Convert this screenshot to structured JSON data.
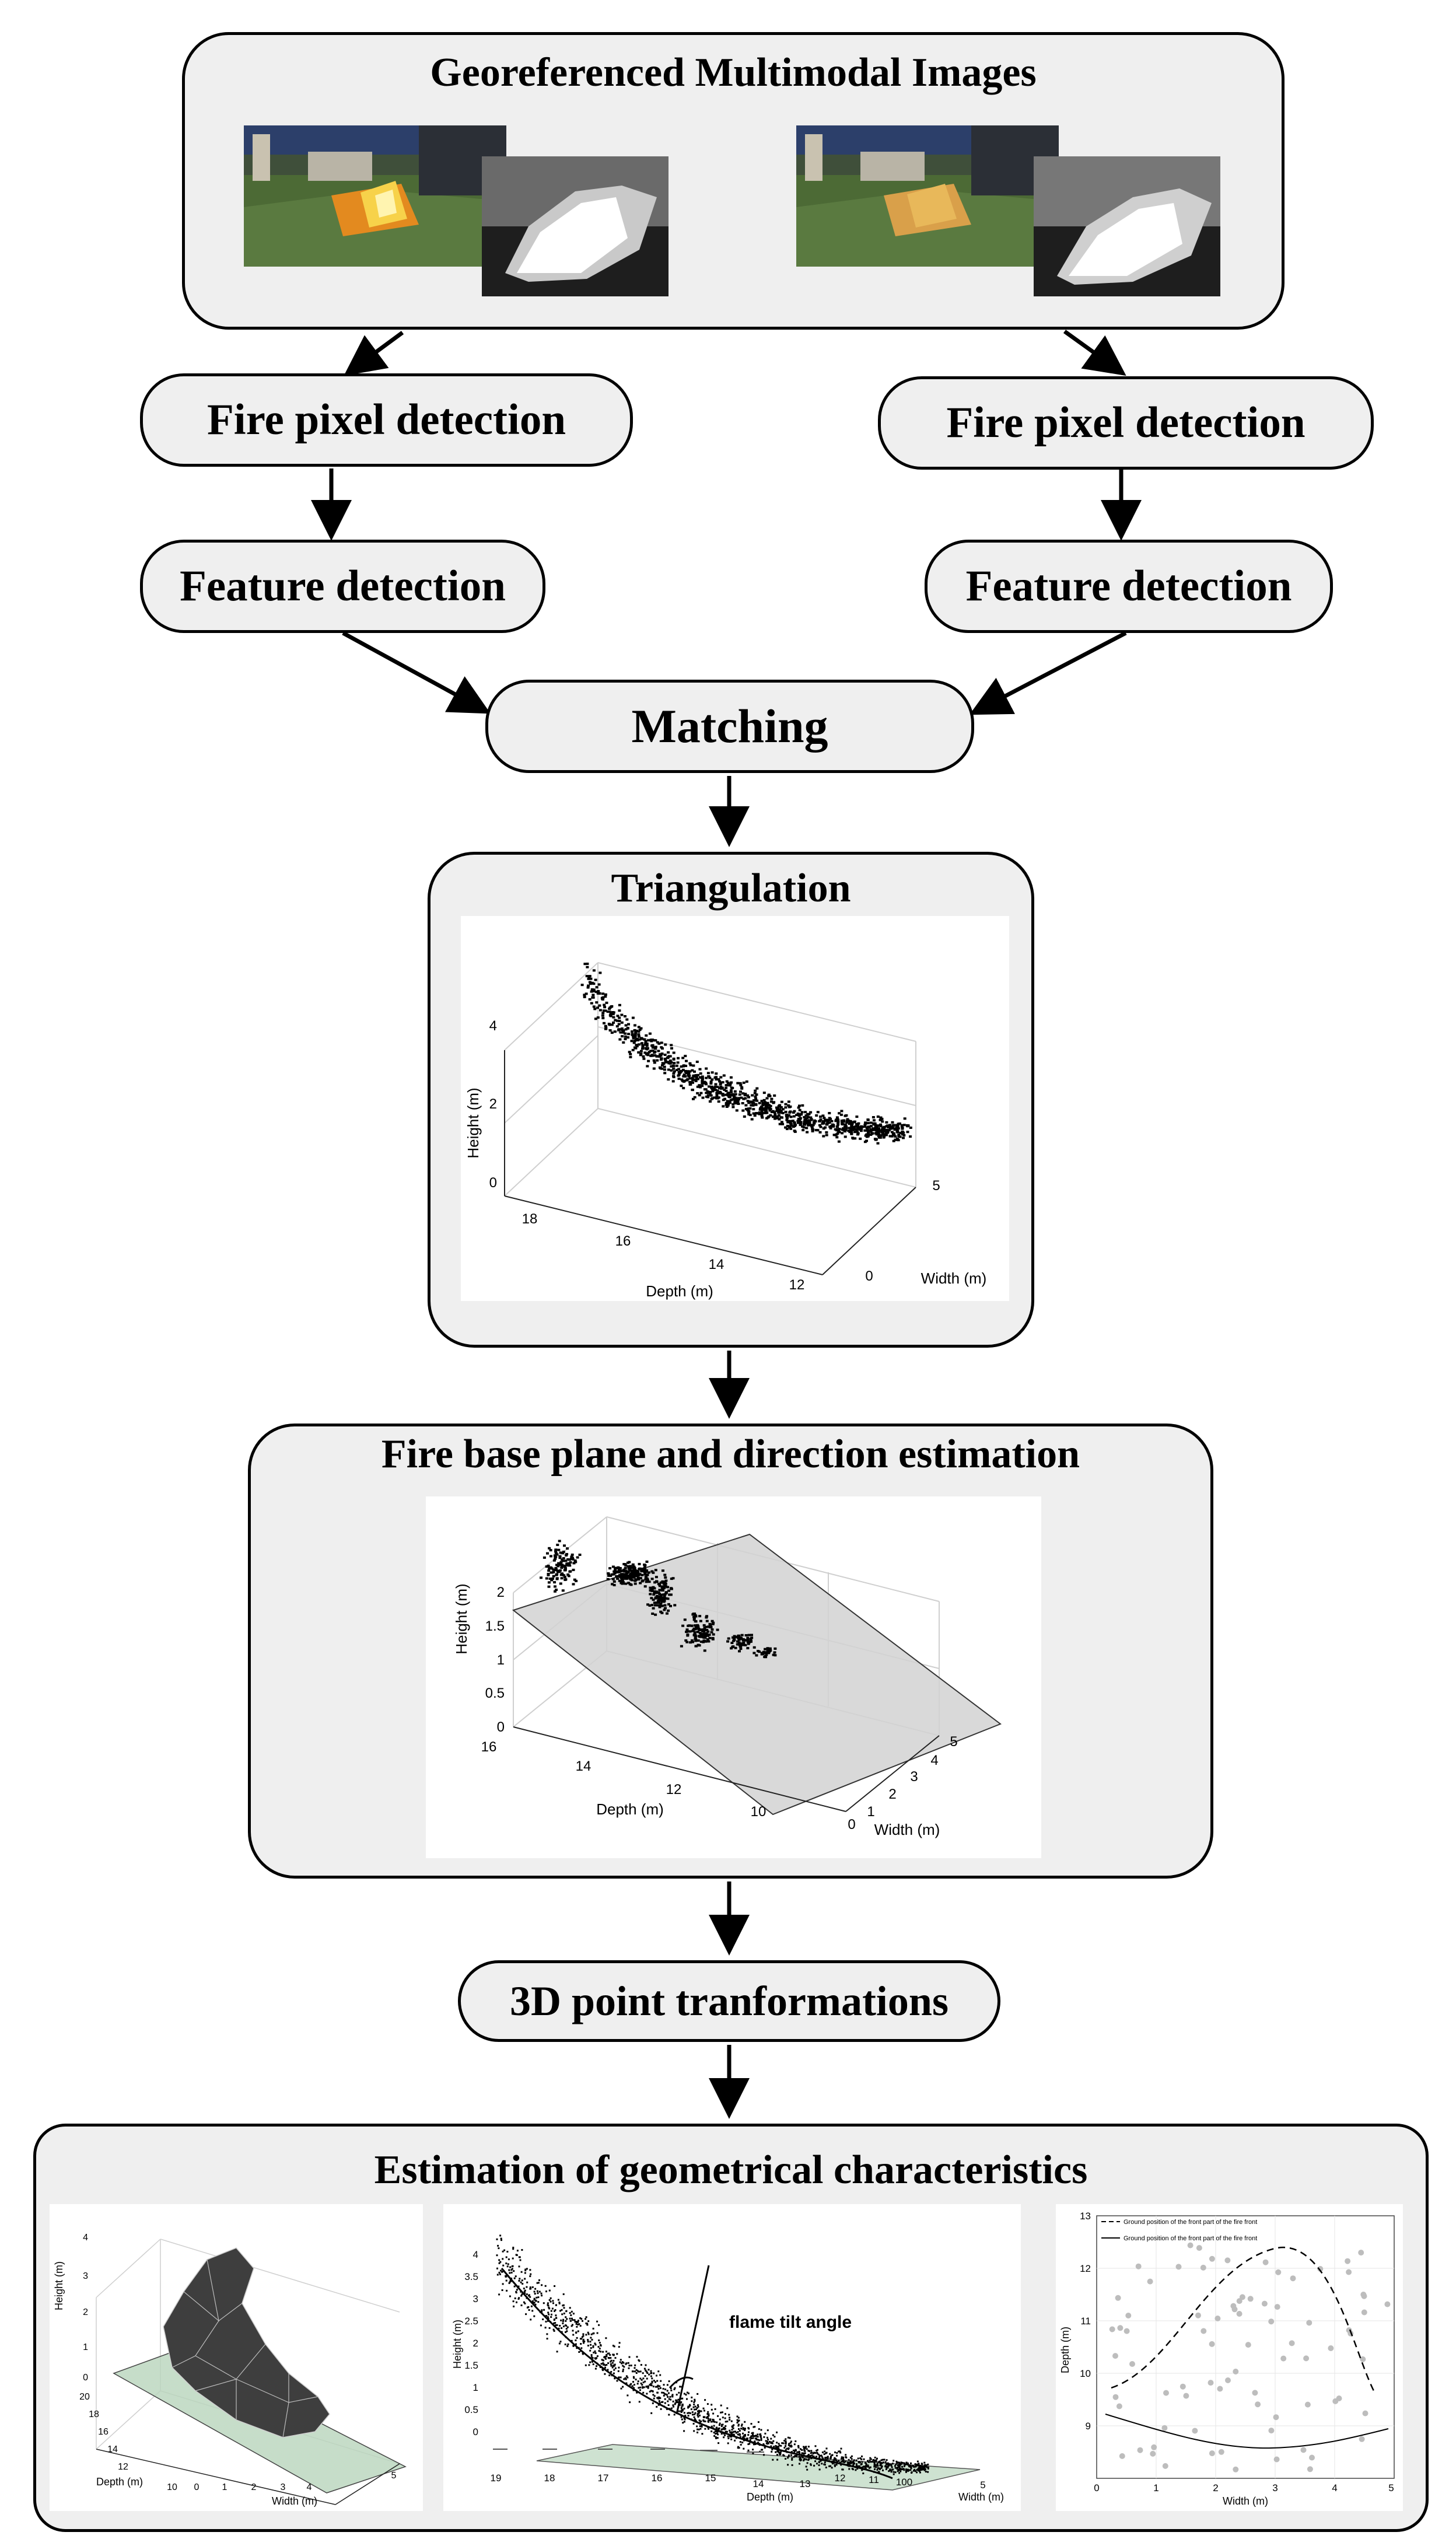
{
  "diagram": {
    "georef_title": "Georeferenced Multimodal Images",
    "fire_pixel_left": "Fire pixel detection",
    "fire_pixel_right": "Fire pixel detection",
    "feature_left": "Feature detection",
    "feature_right": "Feature detection",
    "matching": "Matching",
    "triangulation": "Triangulation",
    "fire_base": "Fire base plane and direction estimation",
    "transform": "3D point tranformations",
    "estimation": "Estimation of geometrical characteristics"
  },
  "plots": {
    "triangulation": {
      "ylabel": "Height (m)",
      "xlabel": "Depth (m)",
      "zlabel": "Width (m)",
      "yticks": [
        "4",
        "2",
        "0"
      ],
      "xticks": [
        "18",
        "16",
        "14",
        "12"
      ],
      "zticks": [
        "5",
        "0"
      ]
    },
    "fire_base": {
      "ylabel": "Height (m)",
      "xlabel": "Depth (m)",
      "zlabel": "Width (m)",
      "yticks": [
        "2",
        "1.5",
        "1",
        "0.5",
        "0"
      ],
      "xticks": [
        "16",
        "14",
        "12",
        "10"
      ],
      "zticks": [
        "0",
        "1",
        "2",
        "3",
        "4",
        "5"
      ]
    },
    "mesh": {
      "ylabel": "Height (m)",
      "xlabel": "Depth (m)",
      "zlabel": "Width (m)",
      "yticks": [
        "4",
        "3",
        "2",
        "1",
        "0"
      ],
      "xticks": [
        "20",
        "18",
        "16",
        "14",
        "12",
        "10"
      ],
      "zticks": [
        "0",
        "1",
        "2",
        "3",
        "4",
        "5"
      ]
    },
    "tilt": {
      "annotation": "flame tilt angle",
      "ylabel": "Height (m)",
      "xlabel": "Depth (m)",
      "zlabel": "Width (m)",
      "yticks": [
        "4",
        "3.5",
        "3",
        "2.5",
        "2",
        "1.5",
        "1",
        "0.5",
        "0"
      ],
      "xticks": [
        "19",
        "18",
        "17",
        "16",
        "15",
        "14",
        "13",
        "12",
        "11",
        "100"
      ],
      "zticks": [
        "5"
      ]
    },
    "front": {
      "legend_dashed": "Ground position of the front part of the fire front",
      "legend_solid": "Ground position of the front part of the fire front",
      "ylabel": "Depth (m)",
      "xlabel": "Width (m)",
      "yticks": [
        "13",
        "12",
        "11",
        "10",
        "9"
      ],
      "xticks": [
        "0",
        "1",
        "2",
        "3",
        "4",
        "5"
      ]
    }
  }
}
